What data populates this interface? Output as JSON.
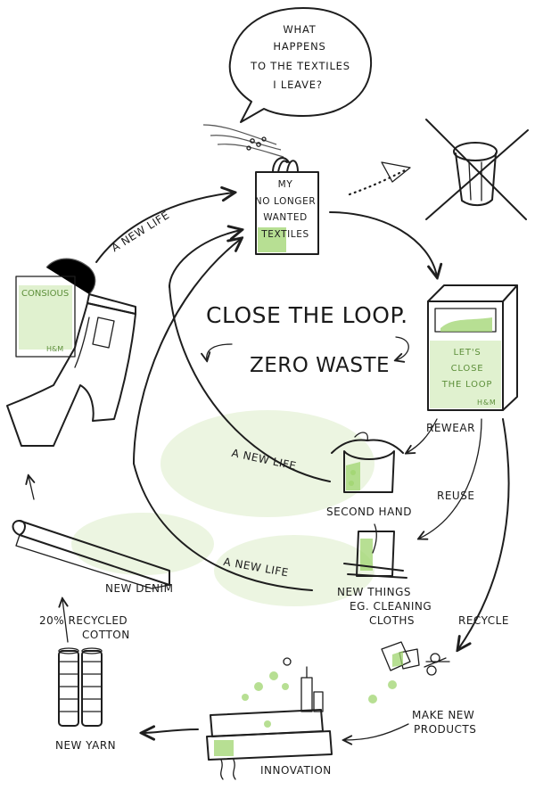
{
  "speech_bubble": {
    "lines": [
      "WHAT",
      "HAPPENS",
      "TO THE TEXTILES",
      "I LEAVE?"
    ]
  },
  "bag": {
    "lines": [
      "MY",
      "NO LONGER",
      "WANTED",
      "TEXTILES"
    ]
  },
  "center": {
    "title": "CLOSE THE LOOP.",
    "subtitle": "ZERO WASTE"
  },
  "collection_box": {
    "lines": [
      "LET'S",
      "CLOSE",
      "THE LOOP"
    ],
    "brand": "H&M"
  },
  "hang_tag": {
    "text": "CONSIOUS",
    "brand": "H&M"
  },
  "labels": {
    "a_new_life_top": "A NEW LIFE",
    "a_new_life_middle": "A NEW LIFE",
    "a_new_life_bottom": "A NEW LIFE",
    "rewear": "REWEAR",
    "reuse": "REUSE",
    "recycle": "RECYCLE",
    "second_hand": "SECOND HAND",
    "new_things_1": "NEW THINGS",
    "new_things_2": "EG. CLEANING",
    "new_things_3": "CLOTHS",
    "make_new_1": "MAKE NEW",
    "make_new_2": "PRODUCTS",
    "innovation": "INNOVATION",
    "new_yarn": "NEW YARN",
    "recycled_cotton_1": "20% RECYCLED",
    "recycled_cotton_2": "COTTON",
    "new_denim": "NEW DENIM"
  },
  "icons": [
    "speech-bubble-icon",
    "shopping-bag-icon",
    "crossed-out-bin-icon",
    "collection-box-icon",
    "jeans-icon",
    "hang-tag-icon",
    "top-on-hanger-icon",
    "cleaning-cloths-icon",
    "shredded-fabric-icon",
    "scissors-icon",
    "factory-machine-icon",
    "yarn-spools-icon",
    "denim-roll-icon"
  ],
  "colors": {
    "ink": "#1e1e1e",
    "accent_green": "#9fd46f",
    "text_green": "#5d8f3a"
  }
}
